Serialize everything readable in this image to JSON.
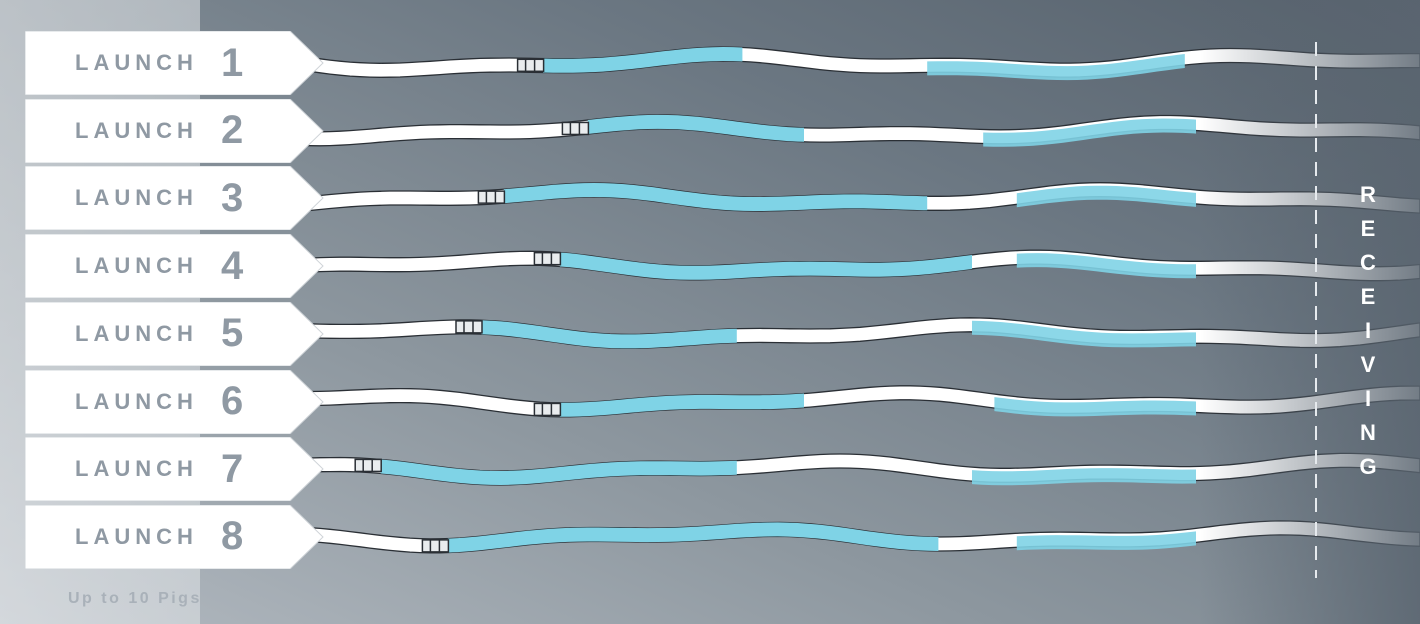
{
  "launches": [
    {
      "word": "LAUNCH",
      "num": "1",
      "pig": 0.205,
      "fill_end": 0.395,
      "tail_start": 0.56,
      "tail_end": 0.79
    },
    {
      "word": "LAUNCH",
      "num": "2",
      "pig": 0.245,
      "fill_end": 0.45,
      "tail_start": 0.61,
      "tail_end": 0.8
    },
    {
      "word": "LAUNCH",
      "num": "3",
      "pig": 0.17,
      "fill_end": 0.56,
      "tail_start": 0.64,
      "tail_end": 0.8
    },
    {
      "word": "LAUNCH",
      "num": "4",
      "pig": 0.22,
      "fill_end": 0.6,
      "tail_start": 0.64,
      "tail_end": 0.8
    },
    {
      "word": "LAUNCH",
      "num": "5",
      "pig": 0.15,
      "fill_end": 0.39,
      "tail_start": 0.6,
      "tail_end": 0.8
    },
    {
      "word": "LAUNCH",
      "num": "6",
      "pig": 0.22,
      "fill_end": 0.45,
      "tail_start": 0.62,
      "tail_end": 0.8
    },
    {
      "word": "LAUNCH",
      "num": "7",
      "pig": 0.06,
      "fill_end": 0.39,
      "tail_start": 0.6,
      "tail_end": 0.8
    },
    {
      "word": "LAUNCH",
      "num": "8",
      "pig": 0.12,
      "fill_end": 0.57,
      "tail_start": 0.64,
      "tail_end": 0.8
    }
  ],
  "footer_note": "Up to 10 Pigs",
  "receiving_letters": [
    "R",
    "E",
    "C",
    "E",
    "I",
    "V",
    "I",
    "N",
    "G"
  ],
  "colors": {
    "pipe": "#ffffff",
    "product": "#7fd3e6",
    "outline": "#2a2f35",
    "tag_text": "#8f99a3"
  }
}
